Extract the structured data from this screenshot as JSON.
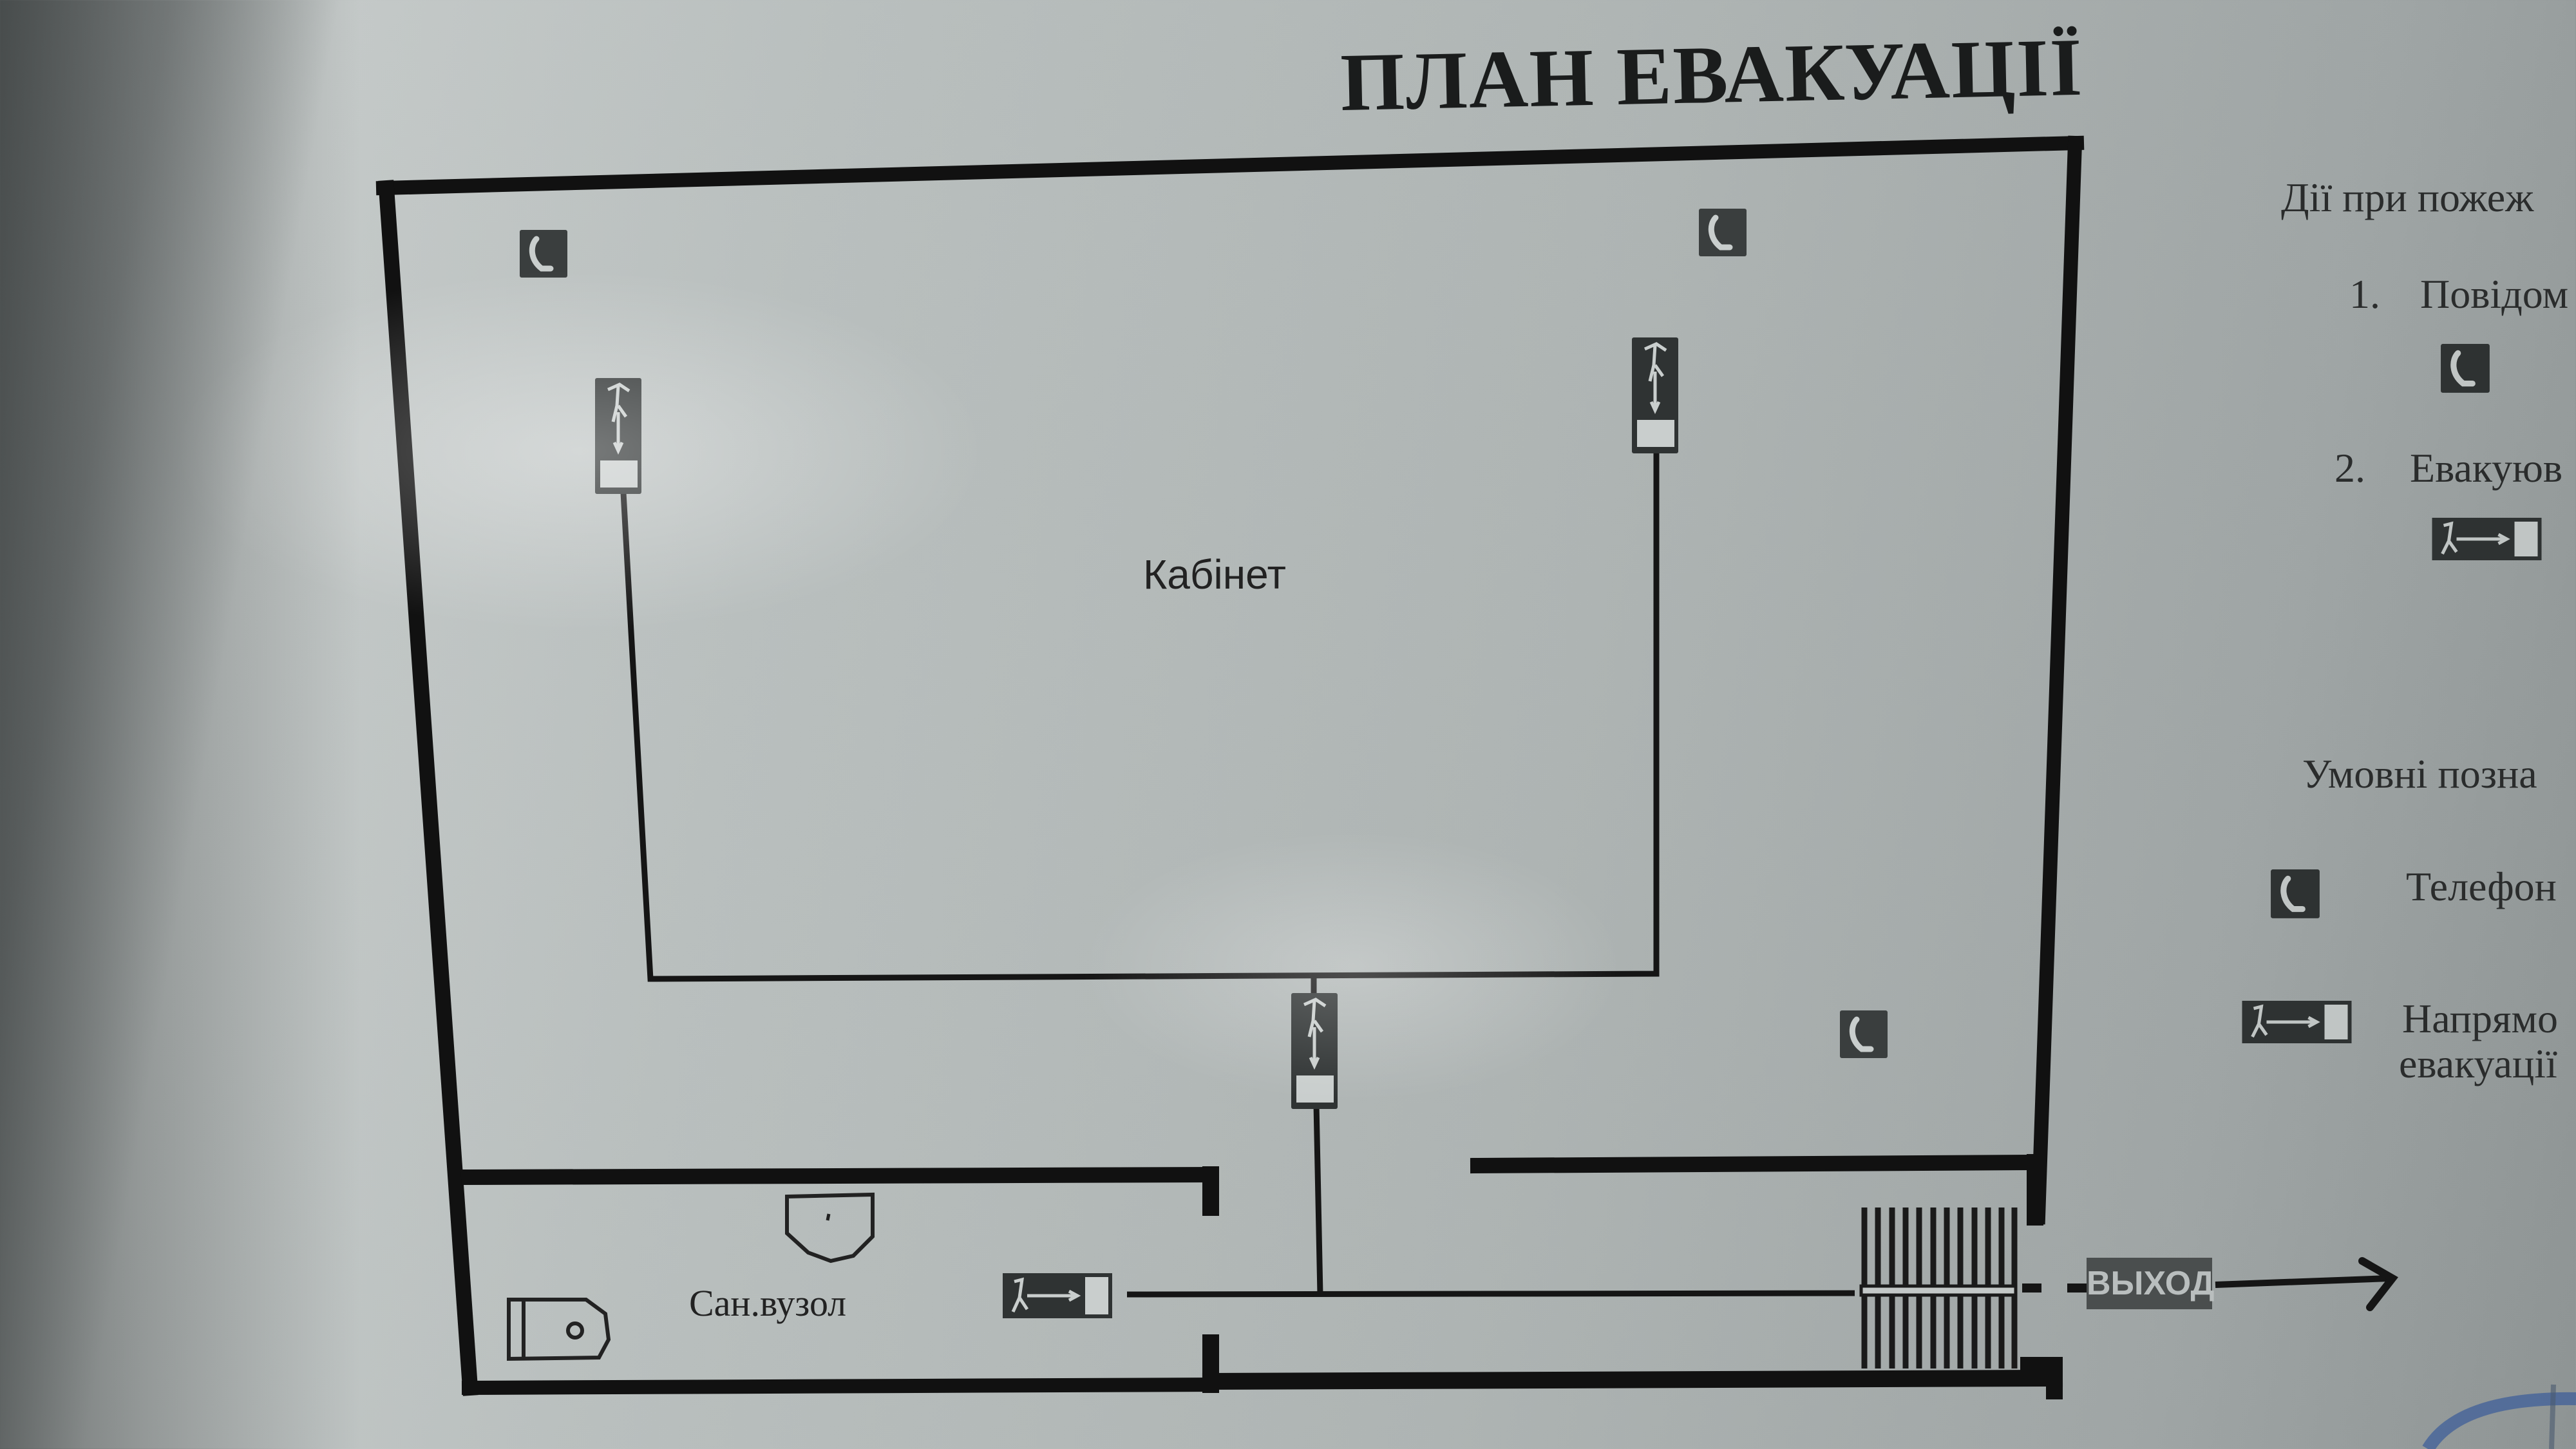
{
  "title": "ПЛАН ЕВАКУАЦІЇ",
  "rooms": {
    "office": "Кабінет",
    "restroom": "Сан.вузол"
  },
  "exit_sign": "ВЫХОД",
  "actions": {
    "heading": "Дії при пожеж",
    "steps": [
      {
        "number": "1.",
        "text": "Повідом",
        "icon": "phone-icon"
      },
      {
        "number": "2.",
        "text": "Евакуюв",
        "icon": "evacuation-direction-icon"
      }
    ]
  },
  "legend": {
    "heading": "Умовні позна",
    "items": [
      {
        "icon": "phone-icon",
        "label": "Телефон"
      },
      {
        "icon": "evacuation-direction-icon",
        "label_line1": "Напрямо",
        "label_line2": "евакуації"
      }
    ]
  },
  "colors": {
    "wall": "#111111",
    "sign_bg": "#2b2e2e",
    "paper": "#b9bfbe",
    "stamp": "#3f5f9a"
  }
}
